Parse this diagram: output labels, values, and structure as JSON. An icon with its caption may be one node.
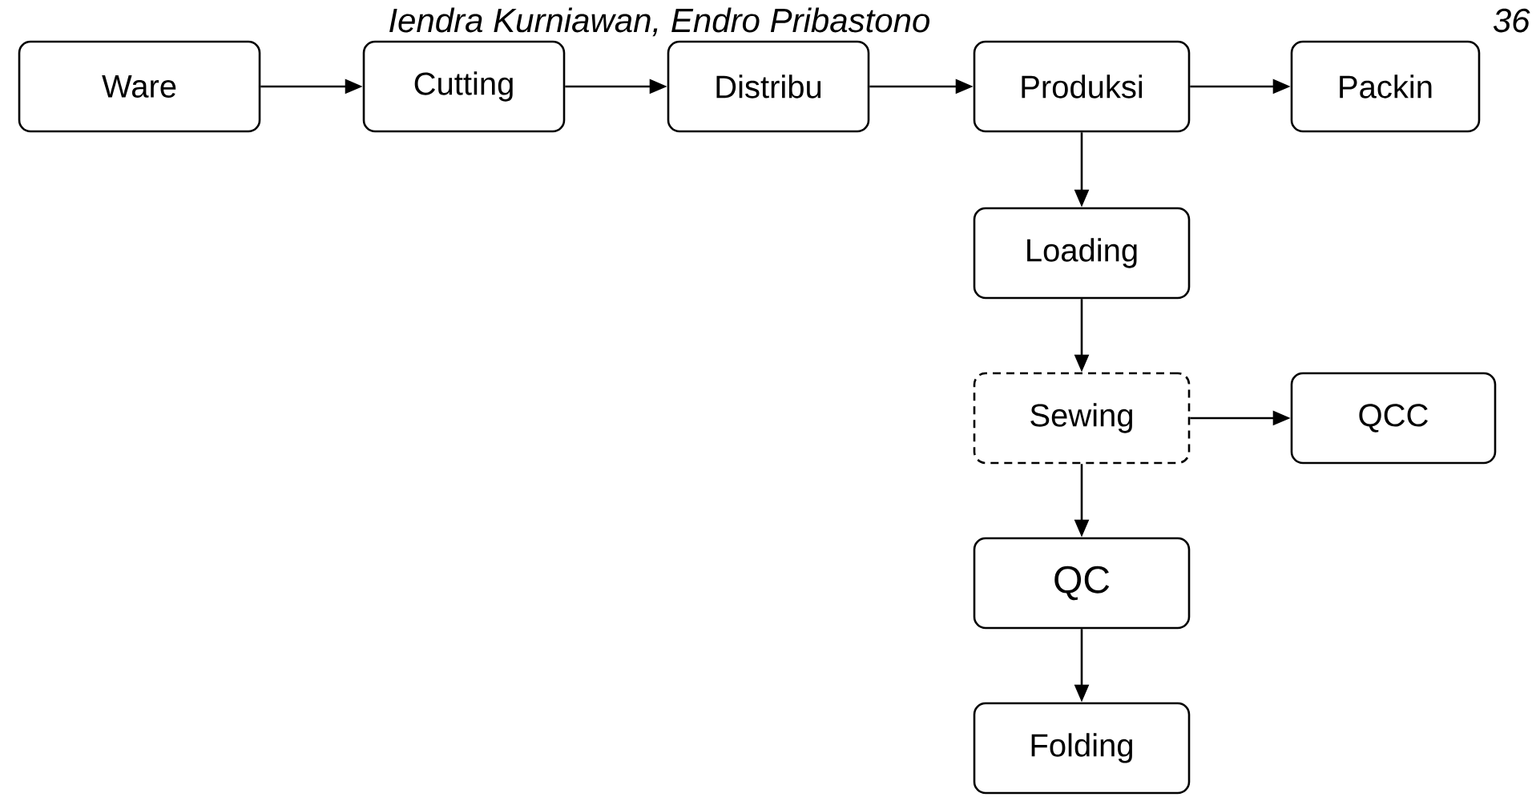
{
  "diagram": {
    "nodes": [
      {
        "text": [
          "Ware"
        ]
      },
      {
        "text": [
          "Cutting"
        ]
      },
      {
        "text": [
          "Distribu"
        ]
      },
      {
        "text": [
          "Produksi"
        ]
      },
      {
        "text": [
          "Packin"
        ]
      },
      {
        "text": [
          "Loading"
        ]
      },
      {
        "text": [
          "Sewing"
        ]
      },
      {
        "text": [
          "QCC"
        ]
      },
      {
        "text": [
          "QC"
        ]
      },
      {
        "text": [
          "Folding"
        ]
      }
    ],
    "edges": [
      {
        "from": 0,
        "to": 1,
        "arrow": "to"
      },
      {
        "from": 1,
        "to": 2,
        "arrow": "to"
      },
      {
        "from": 2,
        "to": 3,
        "arrow": "to"
      },
      {
        "from": 3,
        "to": 4,
        "arrow": "to"
      },
      {
        "from": 3,
        "to": 5,
        "arrow": "to"
      },
      {
        "from": 5,
        "to": 6,
        "arrow": "to"
      },
      {
        "from": 6,
        "to": 7,
        "arrow": "to"
      },
      {
        "from": 6,
        "to": 8,
        "arrow": "to"
      },
      {
        "from": 8,
        "to": 9,
        "arrow": "to"
      }
    ],
    "labels": [
      "Iendra Kurniawan, Endro Pribastono",
      "36"
    ]
  }
}
